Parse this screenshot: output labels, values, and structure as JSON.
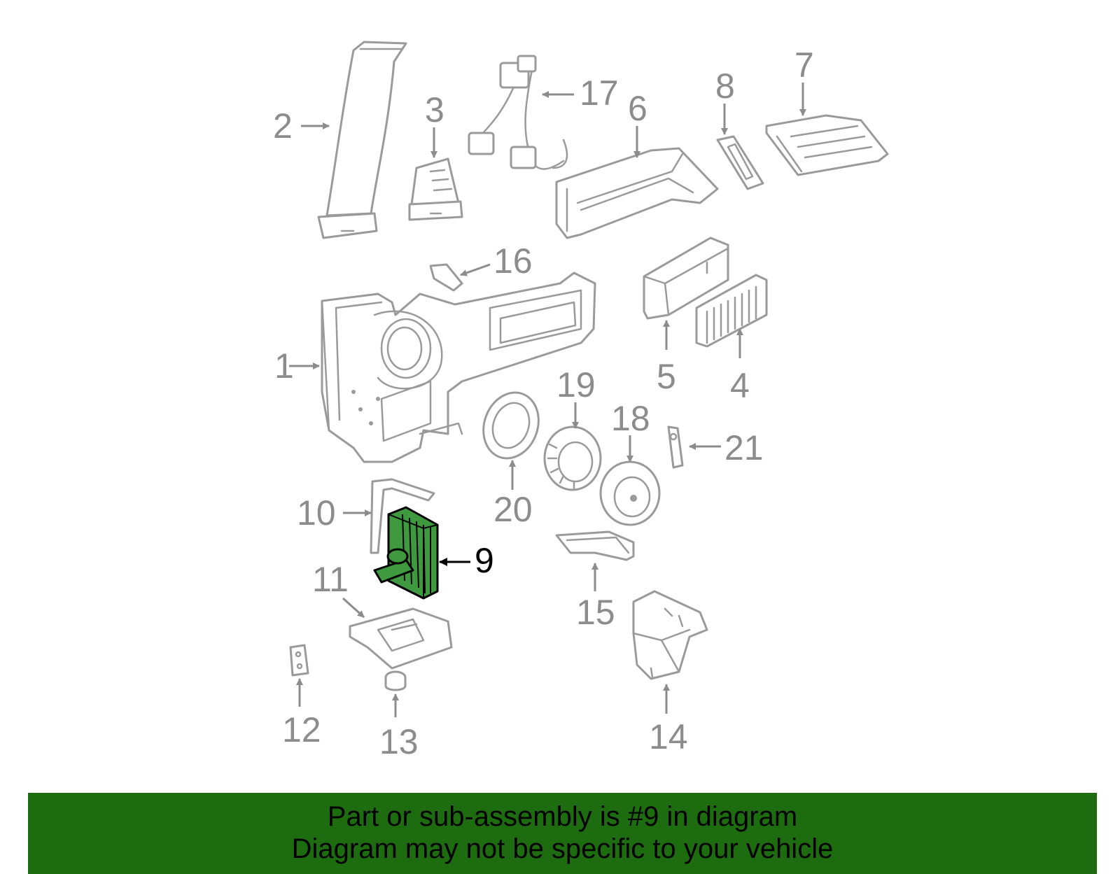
{
  "diagram": {
    "highlighted_callout": "9",
    "colors": {
      "part_stroke": "#9a9a9a",
      "callout_text": "#8c8c8c",
      "highlight_fill": "#3f9a3f",
      "highlight_text": "#000000",
      "banner_background": "#1d6d10"
    },
    "callouts": [
      "1",
      "2",
      "3",
      "4",
      "5",
      "6",
      "7",
      "8",
      "9",
      "10",
      "11",
      "12",
      "13",
      "14",
      "15",
      "16",
      "17",
      "18",
      "19",
      "20",
      "21"
    ]
  },
  "banner": {
    "line1": "Part or sub-assembly is #9 in diagram",
    "line2": "Diagram may not be specific to your vehicle"
  }
}
